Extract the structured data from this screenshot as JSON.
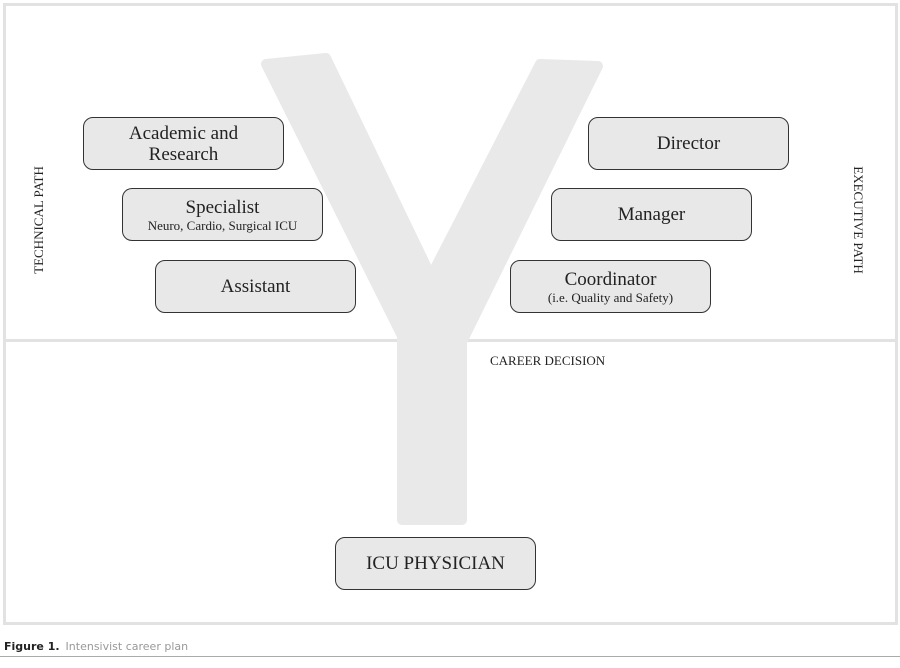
{
  "diagram": {
    "left_axis_label": "TECHNICAL PATH",
    "right_axis_label": "EXECUTIVE PATH",
    "decision_label": "CAREER DECISION",
    "root": "ICU PHYSICIAN",
    "technical": [
      {
        "title": "Academic and",
        "title2": "Research"
      },
      {
        "title": "Specialist",
        "sub": "Neuro, Cardio, Surgical ICU"
      },
      {
        "title": "Assistant"
      }
    ],
    "executive": [
      {
        "title": "Director"
      },
      {
        "title": "Manager"
      },
      {
        "title": "Coordinator",
        "sub": "(i.e. Quality and Safety)"
      }
    ],
    "colors": {
      "box_fill": "#e8e8e8",
      "y_shape": "#e9e9e9",
      "frame": "#e2e2e2"
    }
  },
  "caption": {
    "label": "Figure 1.",
    "text": "Intensivist career plan"
  }
}
